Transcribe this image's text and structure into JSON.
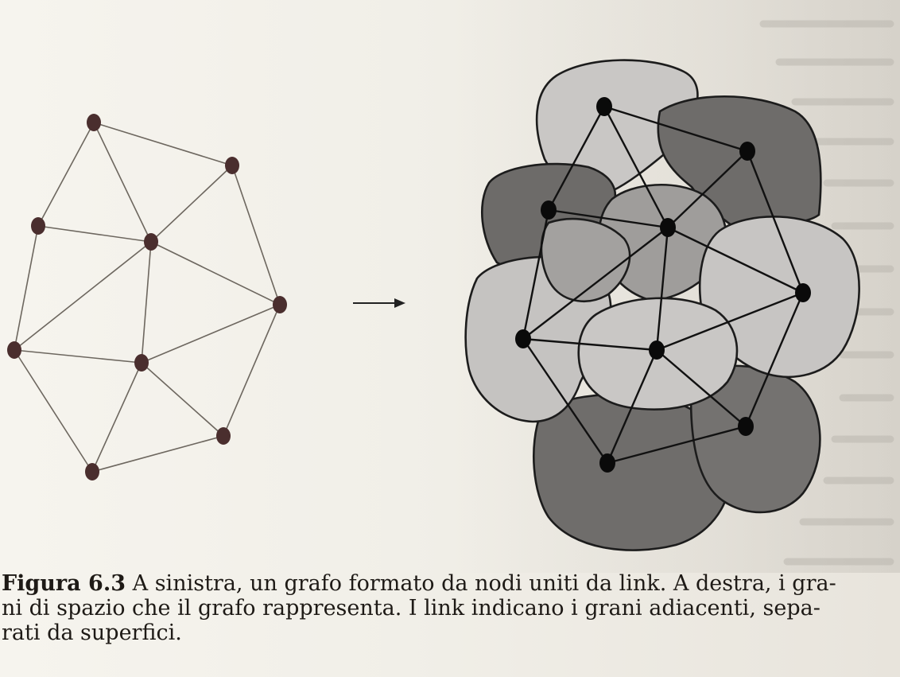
{
  "figure": {
    "label": "Figura 6.3",
    "caption_line1": "A sinistra, un grafo formato da nodi uniti da link. A destra, i gra-",
    "caption_line2": "ni di spazio che il grafo rappresenta. I link indicano i grani adiacenti, sepa-",
    "caption_line3": "rati da superfici."
  },
  "colors": {
    "paper": "#f3f0e8",
    "region_light": "#c8c6c4",
    "region_mid": "#9c9a98",
    "region_dark": "#6e6c6a",
    "node": "#0a0a0a"
  }
}
